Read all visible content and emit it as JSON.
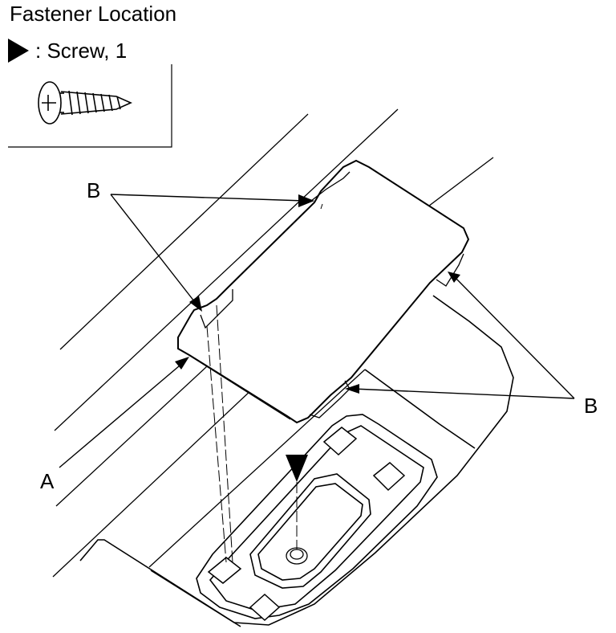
{
  "title": "Fastener Location",
  "legend": {
    "icon": "filled-triangle-marker",
    "text": ": Screw, 1"
  },
  "labels": {
    "a": "A",
    "b_left": "B",
    "b_right": "B"
  },
  "colors": {
    "ink": "#000000",
    "background": "#ffffff"
  }
}
